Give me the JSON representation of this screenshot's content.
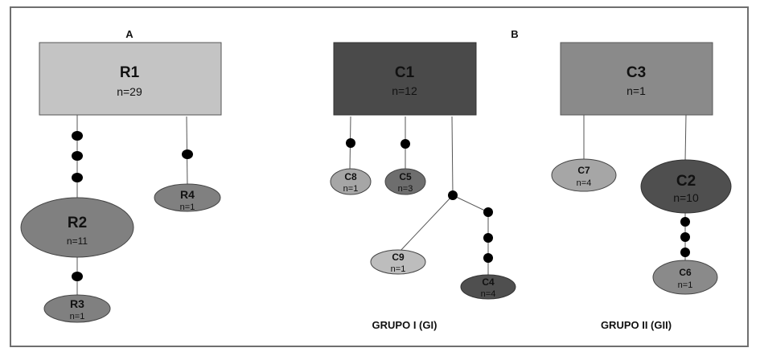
{
  "panels": {
    "A": {
      "label": "A"
    },
    "B": {
      "label": "B"
    }
  },
  "groups": {
    "g1": {
      "label": "GRUPO I (GI)"
    },
    "g2": {
      "label": "GRUPO II (GII)"
    }
  },
  "nodes": {
    "R1": {
      "name": "R1",
      "n": "n=29",
      "color": "#c4c4c4"
    },
    "R2": {
      "name": "R2",
      "n": "n=11",
      "color": "#808080"
    },
    "R3": {
      "name": "R3",
      "n": "n=1",
      "color": "#808080"
    },
    "R4": {
      "name": "R4",
      "n": "n=1",
      "color": "#808080"
    },
    "C1": {
      "name": "C1",
      "n": "n=12",
      "color": "#4a4a4a"
    },
    "C8": {
      "name": "C8",
      "n": "n=1",
      "color": "#a6a6a6"
    },
    "C5": {
      "name": "C5",
      "n": "n=3",
      "color": "#6e6e6e"
    },
    "C9": {
      "name": "C9",
      "n": "n=1",
      "color": "#bdbdbd"
    },
    "C4": {
      "name": "C4",
      "n": "n=4",
      "color": "#4f4f4f"
    },
    "C3": {
      "name": "C3",
      "n": "n=1",
      "color": "#8a8a8a"
    },
    "C7": {
      "name": "C7",
      "n": "n=4",
      "color": "#a6a6a6"
    },
    "C2": {
      "name": "C2",
      "n": "n=10",
      "color": "#4f4f4f"
    },
    "C6": {
      "name": "C6",
      "n": "n=1",
      "color": "#8a8a8a"
    }
  },
  "edges": [
    {
      "from": "R1",
      "to": "R2",
      "steps": 3
    },
    {
      "from": "R1",
      "to": "R4",
      "steps": 1
    },
    {
      "from": "R2",
      "to": "R3",
      "steps": 1
    },
    {
      "from": "C1",
      "to": "C8",
      "steps": 1
    },
    {
      "from": "C1",
      "to": "C5",
      "steps": 1
    },
    {
      "from": "C1",
      "to": "C9",
      "steps": 1,
      "via": "hub"
    },
    {
      "from": "C1",
      "to": "C4",
      "steps": 4,
      "via": "hub"
    },
    {
      "from": "C3",
      "to": "C7",
      "steps": 0
    },
    {
      "from": "C3",
      "to": "C2",
      "steps": 0
    },
    {
      "from": "C2",
      "to": "C6",
      "steps": 3
    }
  ]
}
